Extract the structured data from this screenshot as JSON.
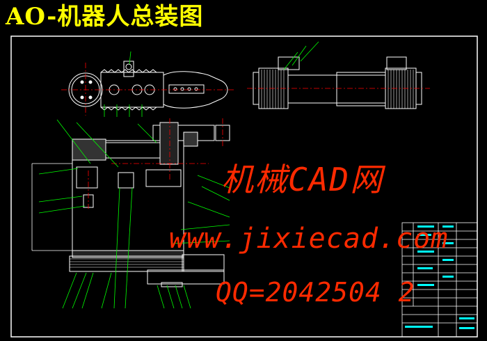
{
  "title": "AO-机器人总装图",
  "watermark": {
    "line1": "机械CAD网",
    "line2": "www.jixiecad.com",
    "line3": "QQ=2042504 2"
  },
  "colors": {
    "background": "#000000",
    "title": "#ffff00",
    "frame": "#ffffff",
    "watermark": "#ff2a00",
    "leader": "#00ff00",
    "centerline": "#ff0000",
    "annotation": "#00ffff"
  }
}
